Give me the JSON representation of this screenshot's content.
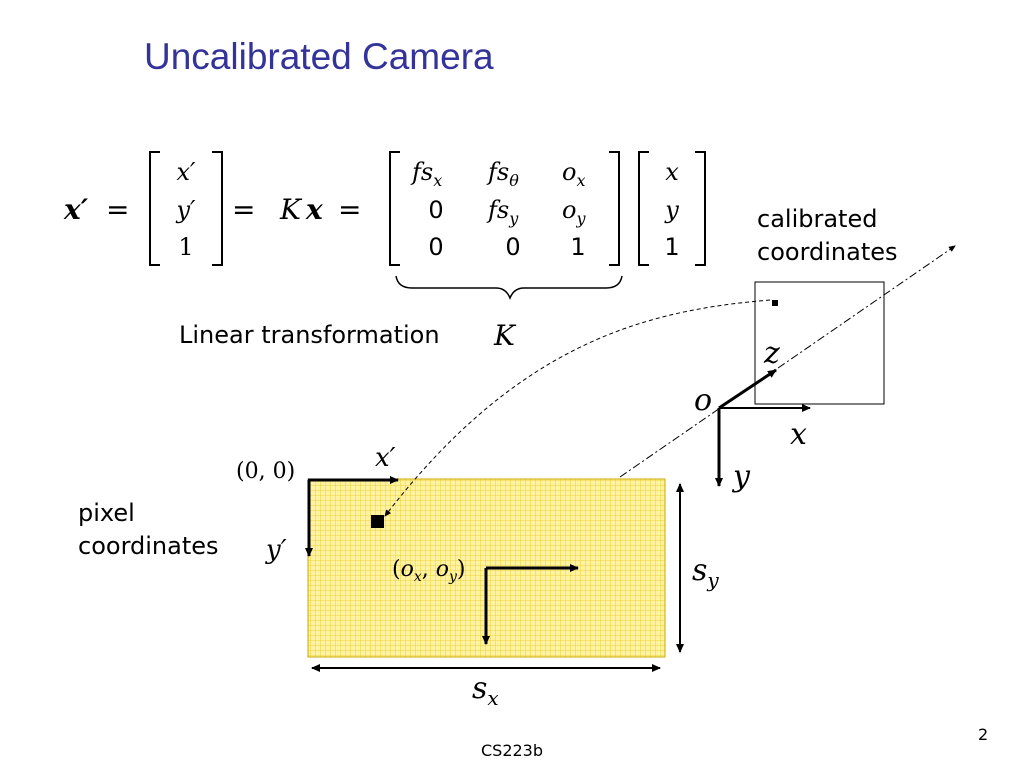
{
  "slide": {
    "title": "Uncalibrated Camera",
    "footer": "CS223b",
    "page_number": "2"
  },
  "equation": {
    "lhs": "x′",
    "equals": "=",
    "vector_prime": [
      "x′",
      "y′",
      "1"
    ],
    "middle": "K",
    "middle_vec": "x",
    "matrix_K": [
      [
        "f",
        "s",
        "x",
        "f",
        "s",
        "θ",
        "o",
        "x"
      ]
    ],
    "matrix_rows": [
      [
        {
          "base": "fs",
          "sub": "x"
        },
        {
          "base": "fs",
          "sub": "θ"
        },
        {
          "base": "o",
          "sub": "x"
        }
      ],
      [
        {
          "base": "0",
          "sub": ""
        },
        {
          "base": "fs",
          "sub": "y"
        },
        {
          "base": "o",
          "sub": "y"
        }
      ],
      [
        {
          "base": "0",
          "sub": ""
        },
        {
          "base": "0",
          "sub": ""
        },
        {
          "base": "1",
          "sub": ""
        }
      ]
    ],
    "vector": [
      "x",
      "y",
      "1"
    ],
    "brace_label": "K"
  },
  "labels": {
    "linear_transformation": "Linear transformation",
    "calibrated_line1": "calibrated",
    "calibrated_line2": "coordinates",
    "pixel_line1": "pixel",
    "pixel_line2": "coordinates",
    "origin_pixel": "(0, 0)",
    "x_prime": "x′",
    "y_prime": "y′",
    "center_o": "o",
    "center_sub_x": "x",
    "center_sub_y": "y",
    "s_x_base": "s",
    "s_x_sub": "x",
    "s_y_base": "s",
    "s_y_sub": "y",
    "cam_o": "o",
    "cam_x": "x",
    "cam_y": "y",
    "cam_z": "z"
  },
  "colors": {
    "title": "#333399",
    "sensor_fill": "#fff2a0",
    "sensor_grid": "#e8c820"
  }
}
